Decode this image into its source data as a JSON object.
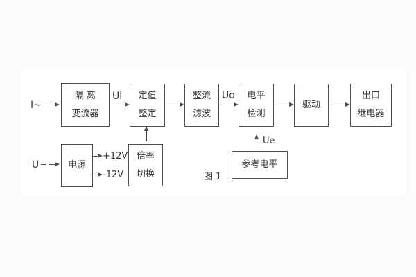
{
  "figure": {
    "caption": "图 1",
    "colors": {
      "line": "#4a4a4a",
      "text": "#383838",
      "page_bg": "#ffffff",
      "canvas_bg": "#fbfbfb"
    },
    "signals": {
      "input_current": "I~",
      "ui": "Ui",
      "uo": "Uo",
      "ue": "Ue",
      "input_voltage": "U",
      "rail_pos": "+12V",
      "rail_neg": "-12V"
    },
    "blocks": {
      "isolation_transducer": {
        "line1": "隔 离",
        "line2": "变流器"
      },
      "setting_adjust": {
        "line1": "定值",
        "line2": "整定"
      },
      "rectify_filter": {
        "line1": "整流",
        "line2": "滤波"
      },
      "level_detect": {
        "line1": "电平",
        "line2": "检测"
      },
      "drive": {
        "line1": "驱动"
      },
      "output_relay": {
        "line1": "出口",
        "line2": "继电器"
      },
      "power_supply": {
        "line1": "电源"
      },
      "ratio_switch": {
        "line1": "倍率",
        "line2": "切换"
      },
      "reference_level": {
        "line1": "参考电平"
      }
    }
  }
}
